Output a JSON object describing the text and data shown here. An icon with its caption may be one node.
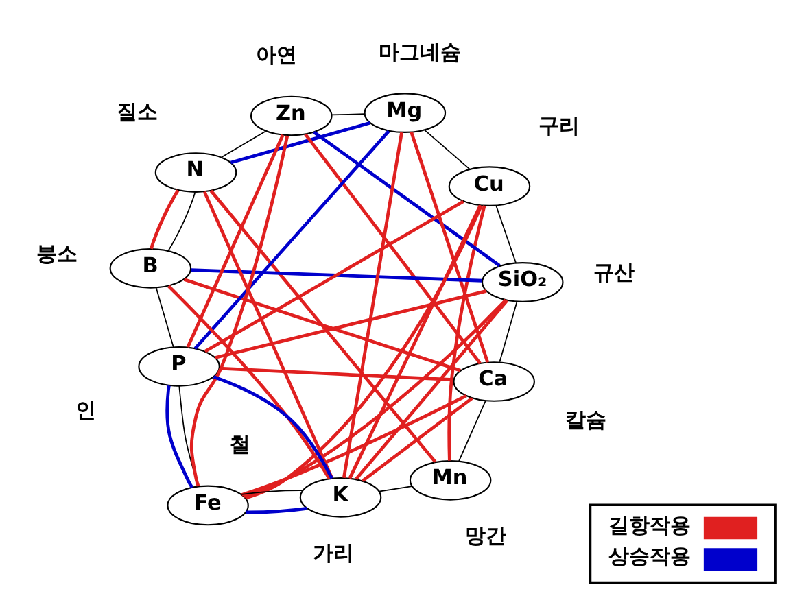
{
  "diagram": {
    "nodes": [
      {
        "text": [
          "Mn"
        ],
        "beside": [
          "망간"
        ]
      },
      {
        "text": [
          "Ca"
        ],
        "beside": [
          "칼슘"
        ]
      },
      {
        "text": [
          "SiO₂"
        ],
        "beside": [
          "규산"
        ]
      },
      {
        "text": [
          "Cu"
        ],
        "beside": [
          "구리"
        ]
      },
      {
        "text": [
          "Mg"
        ],
        "beside": [
          "마그네슘"
        ]
      },
      {
        "text": [
          "Zn"
        ],
        "beside": [
          "아연"
        ]
      },
      {
        "text": [
          "N"
        ],
        "beside": [
          "질소"
        ]
      },
      {
        "text": [
          "B"
        ],
        "beside": [
          "붕소"
        ]
      },
      {
        "text": [
          "P"
        ],
        "beside": [
          "인"
        ]
      },
      {
        "text": [
          "Fe"
        ],
        "beside": [
          "철"
        ]
      },
      {
        "text": [
          "K"
        ],
        "beside": [
          "가리"
        ]
      }
    ],
    "edges": [
      {
        "from": 0,
        "to": 1,
        "arrow": "none",
        "color": "#000000"
      },
      {
        "from": 1,
        "to": 2,
        "arrow": "none",
        "color": "#000000"
      },
      {
        "from": 2,
        "to": 3,
        "arrow": "none",
        "color": "#000000"
      },
      {
        "from": 3,
        "to": 4,
        "arrow": "none",
        "color": "#000000"
      },
      {
        "from": 4,
        "to": 5,
        "arrow": "none",
        "color": "#000000"
      },
      {
        "from": 5,
        "to": 6,
        "arrow": "none",
        "color": "#000000"
      },
      {
        "from": 6,
        "to": 7,
        "arrow": "none",
        "color": "#000000"
      },
      {
        "from": 7,
        "to": 8,
        "arrow": "none",
        "color": "#000000"
      },
      {
        "from": 8,
        "to": 9,
        "arrow": "none",
        "color": "#000000"
      },
      {
        "from": 9,
        "to": 10,
        "arrow": "none",
        "color": "#000000"
      },
      {
        "from": 10,
        "to": 0,
        "arrow": "none",
        "color": "#000000"
      },
      {
        "from": 10,
        "to": 1,
        "arrow": "none"
      },
      {
        "from": 10,
        "to": 3,
        "arrow": "none"
      },
      {
        "from": 10,
        "to": 4,
        "arrow": "none"
      },
      {
        "from": 10,
        "to": 6,
        "arrow": "none"
      },
      {
        "from": 10,
        "to": 7,
        "arrow": "none"
      },
      {
        "from": 10,
        "to": 2,
        "arrow": "none"
      },
      {
        "from": 0,
        "to": 3,
        "arrow": "none"
      },
      {
        "from": 0,
        "to": 6,
        "arrow": "none"
      },
      {
        "from": 1,
        "to": 9,
        "arrow": "none"
      },
      {
        "from": 1,
        "to": 8,
        "arrow": "none"
      },
      {
        "from": 1,
        "to": 7,
        "arrow": "none"
      },
      {
        "from": 1,
        "to": 5,
        "arrow": "none"
      },
      {
        "from": 1,
        "to": 4,
        "arrow": "none"
      },
      {
        "from": 9,
        "to": 2,
        "arrow": "none"
      },
      {
        "from": 8,
        "to": 2,
        "arrow": "none"
      },
      {
        "from": 9,
        "to": 3,
        "arrow": "none"
      },
      {
        "from": 9,
        "to": 5,
        "arrow": "none"
      },
      {
        "from": 8,
        "to": 3,
        "arrow": "none"
      },
      {
        "from": 8,
        "to": 5,
        "arrow": "none"
      },
      {
        "from": 7,
        "to": 6,
        "arrow": "none"
      },
      {
        "from": 10,
        "to": 9,
        "arrow": "none",
        "color": "#0000cc"
      },
      {
        "from": 10,
        "to": 8,
        "arrow": "none",
        "color": "#0000cc"
      },
      {
        "from": 9,
        "to": 8,
        "arrow": "none",
        "color": "#0000cc"
      },
      {
        "from": 8,
        "to": 4,
        "arrow": "none",
        "color": "#0000cc"
      },
      {
        "from": 7,
        "to": 2,
        "arrow": "none",
        "color": "#0000cc"
      },
      {
        "from": 6,
        "to": 4,
        "arrow": "none",
        "color": "#0000cc"
      },
      {
        "from": 5,
        "to": 2,
        "arrow": "none",
        "color": "#0000cc"
      }
    ],
    "legend": [
      {
        "text": "길항작용",
        "color": "#e02020"
      },
      {
        "text": "상승작용",
        "color": "#0000cc"
      }
    ]
  }
}
